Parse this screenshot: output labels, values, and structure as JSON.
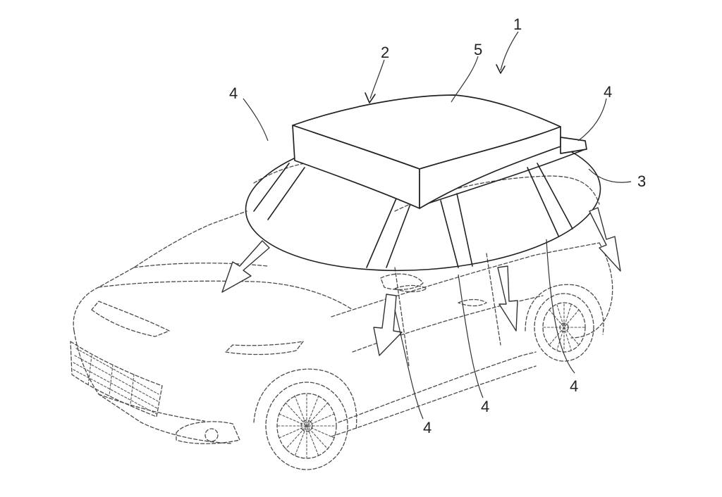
{
  "colors": {
    "line": "#333333",
    "background": "#ffffff"
  },
  "reference_numerals": {
    "vehicle": "1",
    "roof_box": "2",
    "plate": "3",
    "air_curtain": "4",
    "box_top": "5"
  }
}
